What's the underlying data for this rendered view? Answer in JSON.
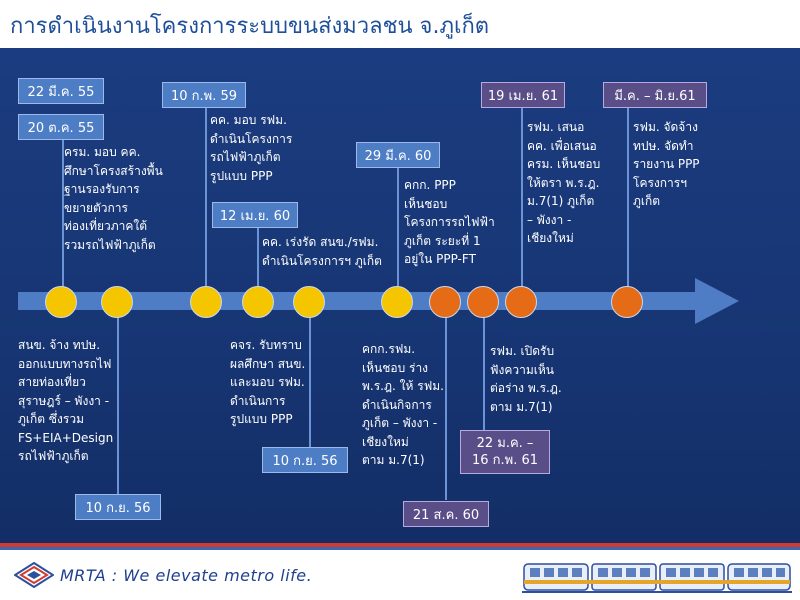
{
  "title": "การดำเนินงานโครงการระบบขนส่งมวลชน จ.ภูเก็ต",
  "footer": {
    "slogan": "MRTA : We elevate metro life."
  },
  "colors": {
    "background": "#14306e",
    "timeline": "#4e7dc5",
    "milestone_done": "#f5c500",
    "milestone_recent": "#e56b17",
    "tag_blue": "#4d7dc4",
    "tag_purple": "#5a4e88",
    "accent_red": "#d23b2e"
  },
  "icons": {
    "logo": "mrta-logo-icon",
    "train": "train-icon"
  },
  "timeline": {
    "milestones": [
      {
        "date": "22 มี.ค. 55",
        "status": "done"
      },
      {
        "date": "20 ต.ค. 55",
        "status": "done"
      },
      {
        "date": "10 ก.ย. 56",
        "status": "done"
      },
      {
        "date": "10 ก.พ. 59",
        "status": "done"
      },
      {
        "date": "12 เม.ย. 60",
        "status": "done"
      },
      {
        "date": "10 ก.ย. 56",
        "status": "done"
      },
      {
        "date": "29 มี.ค. 60",
        "status": "done"
      },
      {
        "date": "21 ส.ค. 60",
        "status": "recent"
      },
      {
        "date_lines": [
          "22 ม.ค. –",
          "16 ก.พ. 61"
        ],
        "status": "recent"
      },
      {
        "date": "19 เม.ย. 61",
        "status": "recent"
      },
      {
        "date": "มี.ค. – มิ.ย.61",
        "status": "recent"
      }
    ],
    "notes": {
      "n1": [
        "ครม. มอบ คค.",
        "ศึกษาโครงสร้างพื้น",
        "ฐานรองรับการ",
        "ขยายตัวการ",
        "ท่องเที่ยวภาคใต้",
        "รวมรถไฟฟ้าภูเก็ต"
      ],
      "n2": [
        "สนข. จ้าง ทปษ.",
        "ออกแบบทางรถไฟ",
        "สายท่องเที่ยว",
        "สุราษฎร์ – พังงา -",
        "ภูเก็ต ซึ่งรวม",
        "FS+EIA+Design",
        "รถไฟฟ้าภูเก็ต"
      ],
      "n3": [
        "คค. มอบ รฟม.",
        "ดำเนินโครงการ",
        "รถไฟฟ้าภูเก็ต",
        "รูปแบบ PPP"
      ],
      "n4": [
        "คค. เร่งรัด สนข./รฟม.",
        "ดำเนินโครงการฯ ภูเก็ต"
      ],
      "n5": [
        "คจร. รับทราบ",
        "ผลศึกษา สนข.",
        "และมอบ รฟม.",
        "ดำเนินการ",
        "รูปแบบ PPP"
      ],
      "n6": [
        "คกก. PPP",
        "เห็นชอบ",
        "โครงการรถไฟฟ้า",
        "ภูเก็ต ระยะที่ 1",
        "อยู่ใน PPP-FT"
      ],
      "n7": [
        "คกก.รฟม.",
        "เห็นชอบ ร่าง",
        "พ.ร.ฎ. ให้ รฟม.",
        "ดำเนินกิจการ",
        "ภูเก็ต – พังงา -",
        "เชียงใหม่",
        "ตาม ม.7(1)"
      ],
      "n8": [
        "รฟม. เปิดรับ",
        "ฟังความเห็น",
        "ต่อร่าง พ.ร.ฎ.",
        "ตาม ม.7(1)"
      ],
      "n9": [
        "รฟม. เสนอ",
        "คค. เพื่อเสนอ",
        "ครม. เห็นชอบ",
        "ให้ตรา พ.ร.ฎ.",
        "ม.7(1) ภูเก็ต",
        "– พังงา -",
        "เชียงใหม่"
      ],
      "n10": [
        "รฟม. จัดจ้าง",
        "ทปษ. จัดทำ",
        "รายงาน PPP",
        "โครงการฯ",
        "ภูเก็ต"
      ]
    }
  }
}
